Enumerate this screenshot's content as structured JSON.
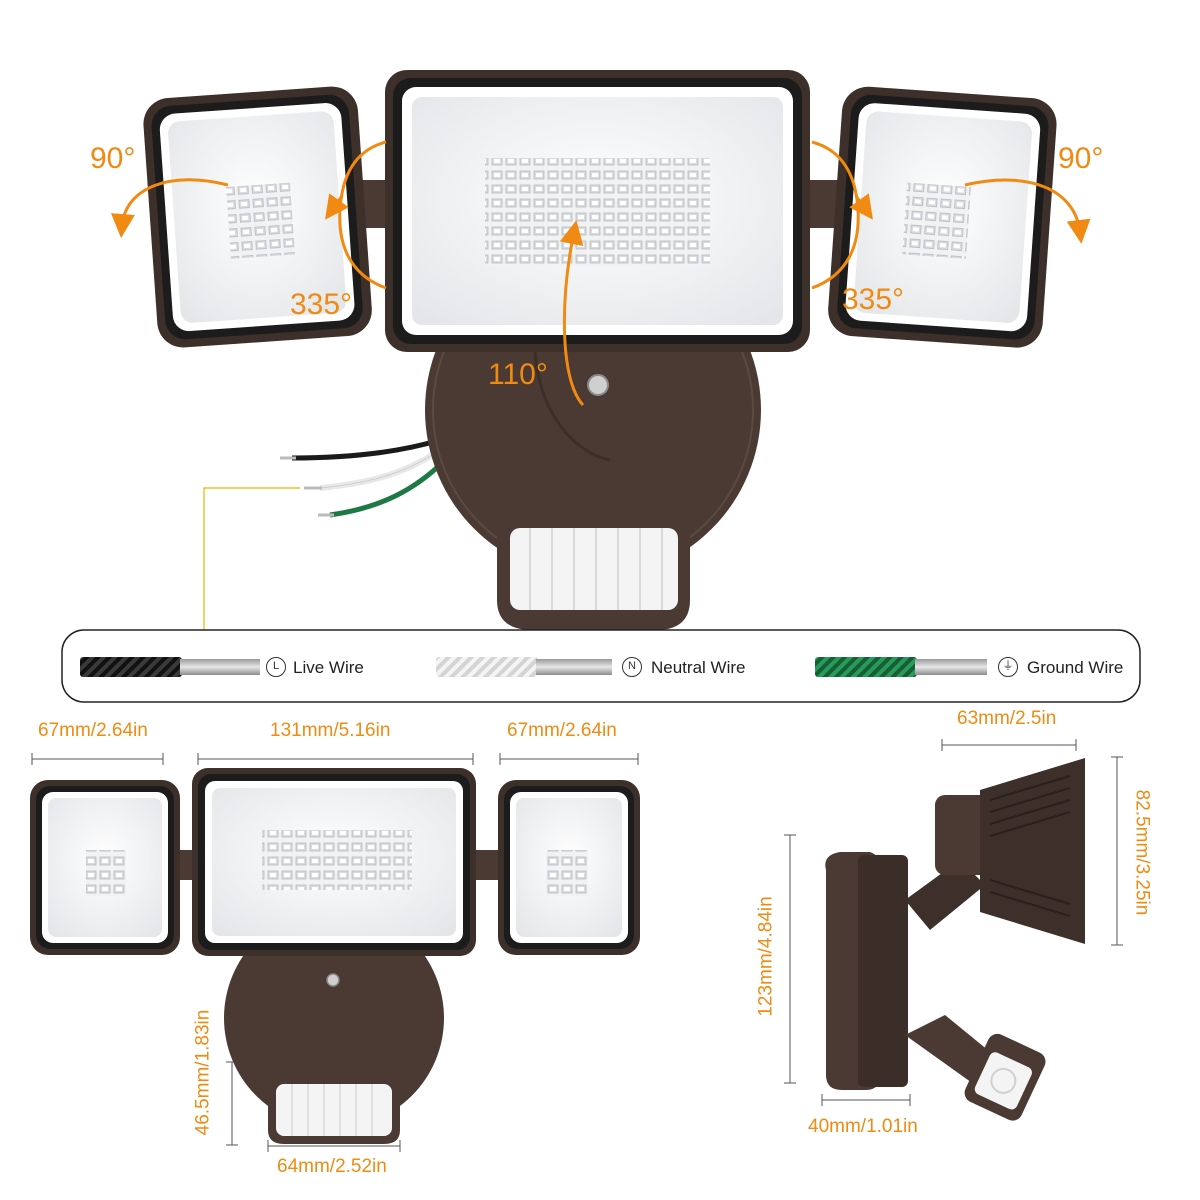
{
  "angles": {
    "left_tilt": "90°",
    "right_tilt": "90°",
    "left_rotate": "335°",
    "right_rotate": "335°",
    "center_tilt": "110°"
  },
  "legend": {
    "live": {
      "symbol": "L",
      "label": "Live Wire"
    },
    "neutral": {
      "symbol": "N",
      "label": "Neutral Wire"
    },
    "ground": {
      "symbol": "⏚",
      "label": "Ground Wire"
    }
  },
  "dimensions": {
    "left_head_width": "67mm/2.64in",
    "center_head_width": "131mm/5.16in",
    "right_head_width": "67mm/2.64in",
    "sensor_height": "46.5mm/1.83in",
    "sensor_width": "64mm/2.52in",
    "side_depth": "63mm/2.5in",
    "side_head_height": "82.5mm/3.25in",
    "side_mount_height": "123mm/4.84in",
    "side_base_depth": "40mm/1.01in"
  },
  "colors": {
    "housing": "#4a3a33",
    "accent": "#f08a12",
    "lens": "#f7f7f7",
    "live_wire": "#1a1a1a",
    "neutral_wire": "#e6e6e6",
    "ground_wire": "#1e7a45"
  }
}
